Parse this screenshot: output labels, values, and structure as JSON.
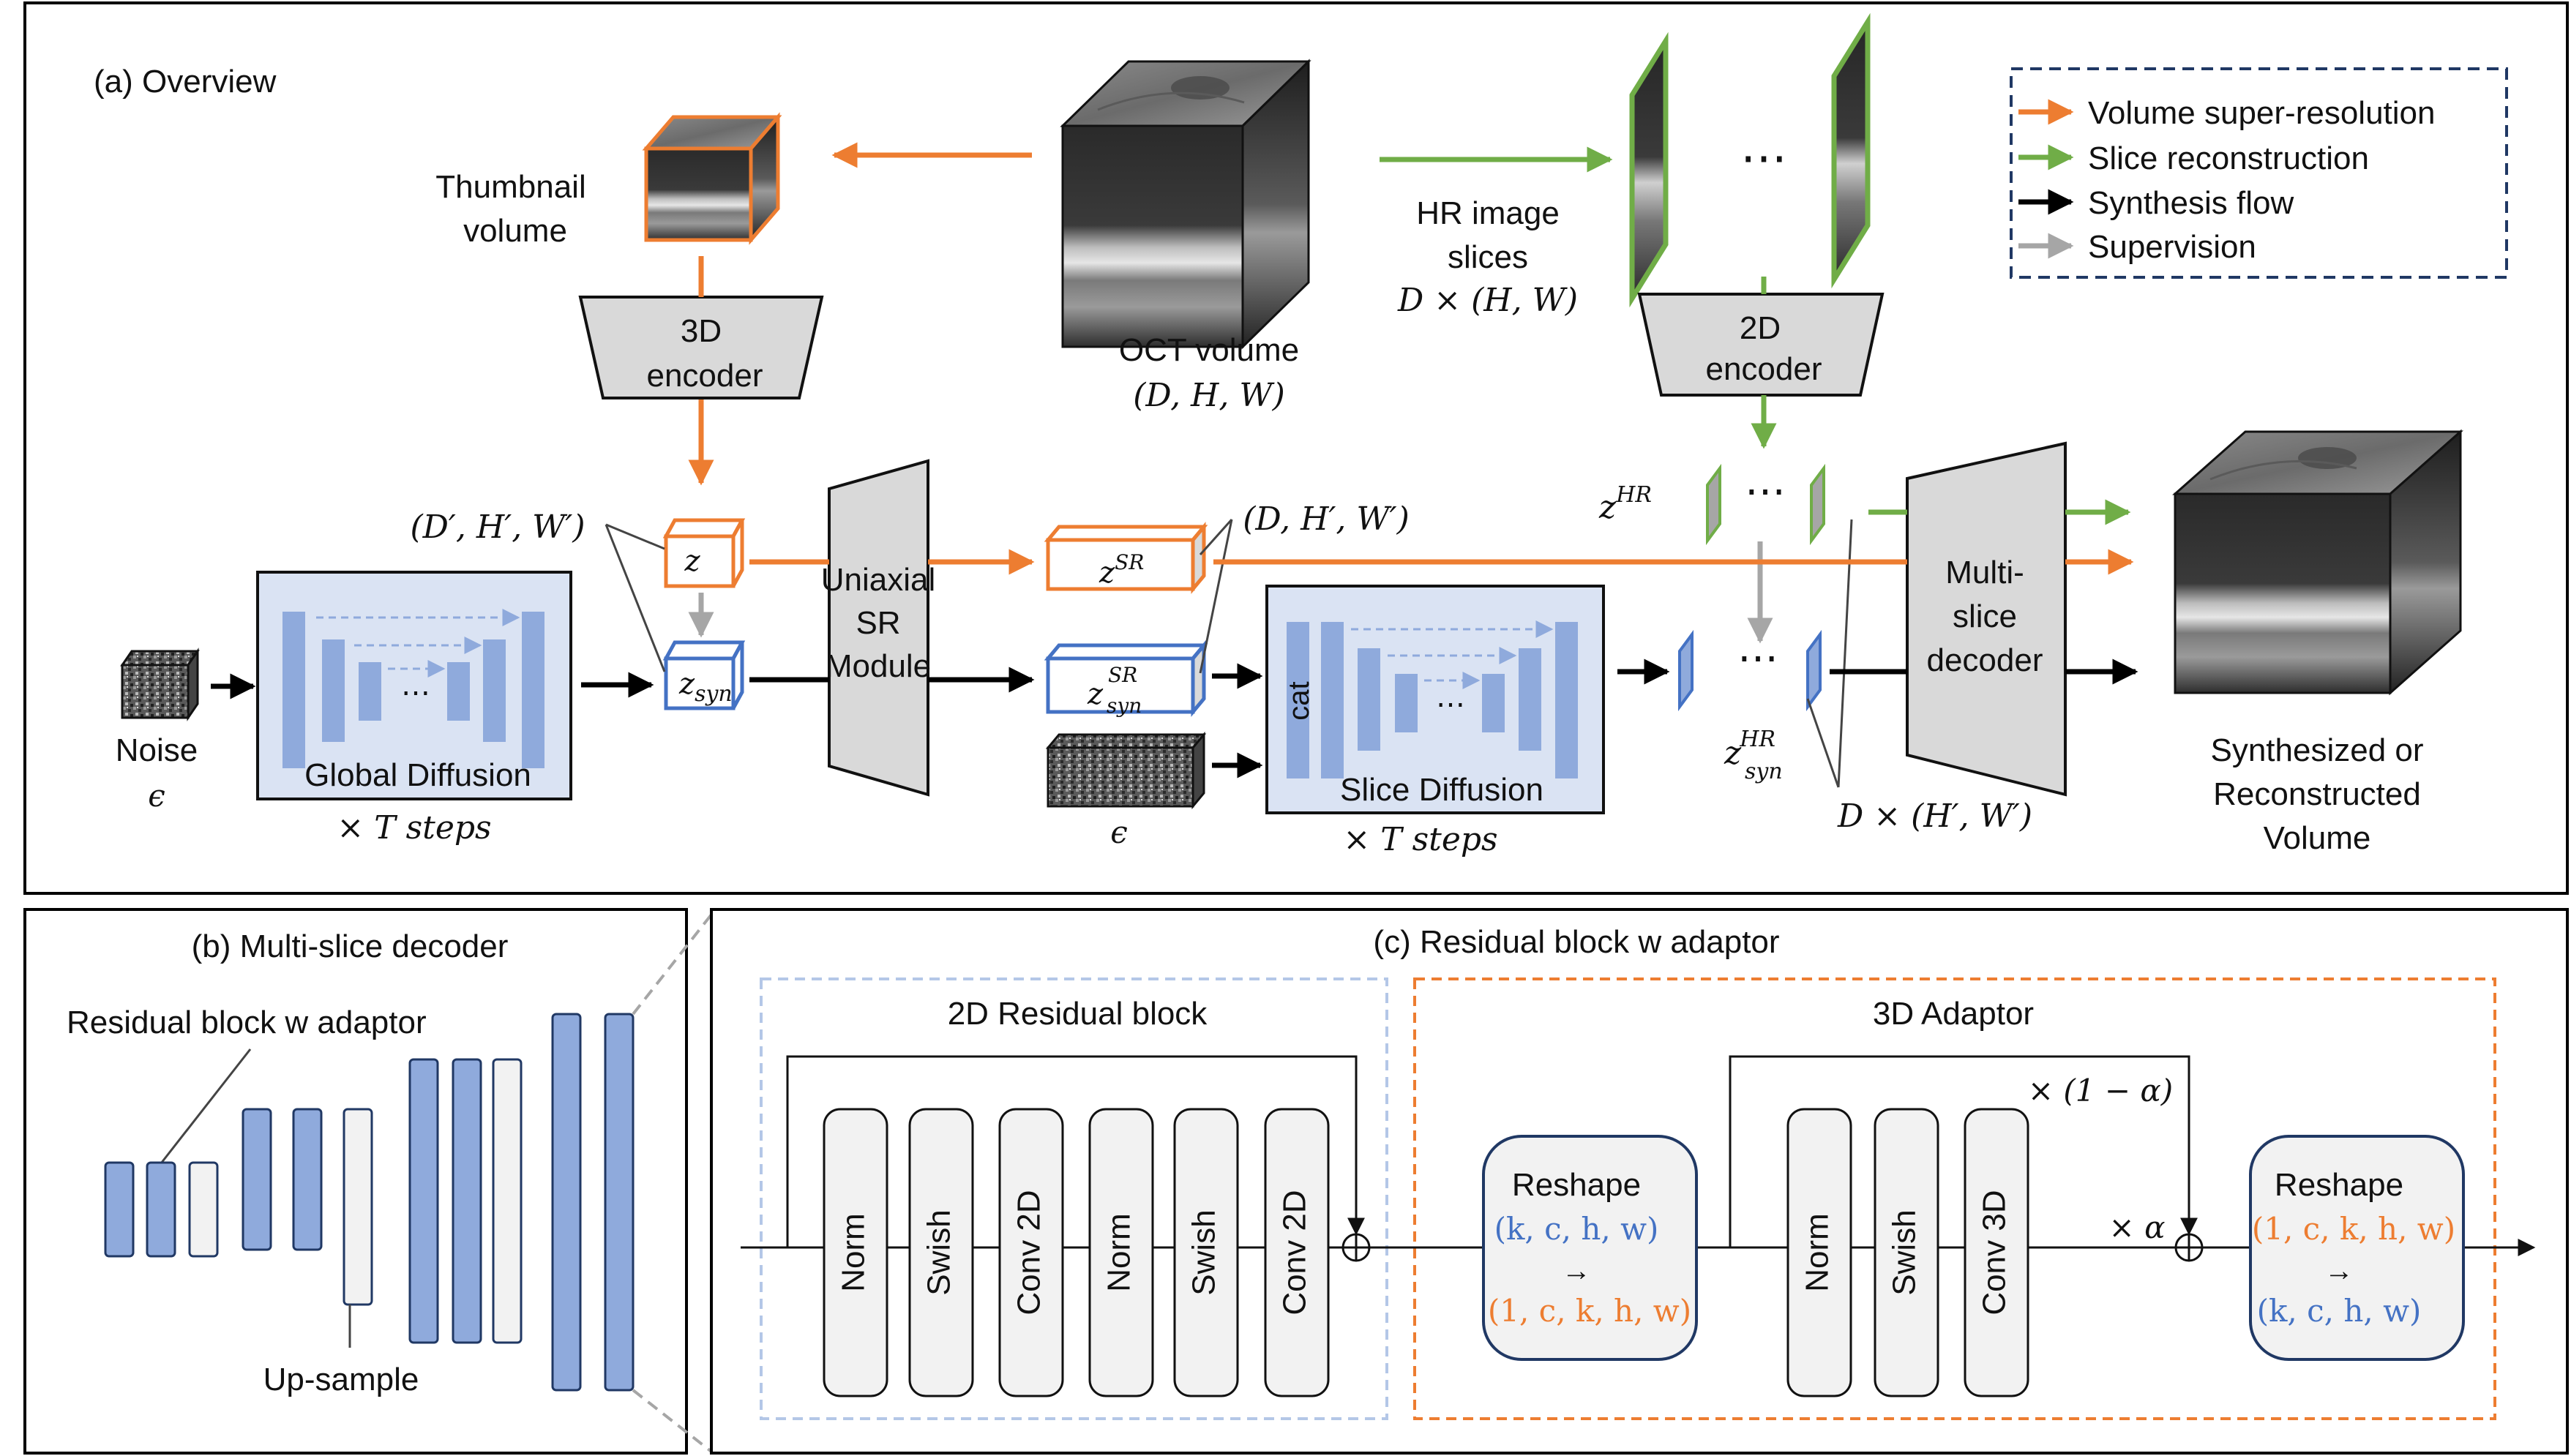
{
  "colors": {
    "orange": "#ED7D31",
    "green": "#70AD47",
    "black": "#000000",
    "gray": "#A6A6A6",
    "blue": "#4472C4",
    "block_fill": "#8FAADC",
    "panel_fill": "#DAE3F3",
    "gray_box": "#D9D9D9",
    "legend_border": "#203864"
  },
  "overview": {
    "title": "(a) Overview",
    "thumbnail_label_1": "Thumbnail",
    "thumbnail_label_2": "volume",
    "encoder3d_1": "3D",
    "encoder3d_2": "encoder",
    "oct_label": "OCT volume",
    "oct_dims": "(D, H, W)",
    "hr_1": "HR image",
    "hr_2": "slices",
    "hr_dims": "D × (H, W)",
    "encoder2d_1": "2D",
    "encoder2d_2": "encoder",
    "ellipsis": "⋯",
    "dims_prime": "(D′, H′, W′)",
    "z": "z",
    "z_syn_base": "z",
    "z_syn_sub": "syn",
    "noise_label": "Noise",
    "epsilon": "ϵ",
    "global_diffusion": "Global Diffusion",
    "t_steps": "× T steps",
    "sr_module_1": "Uniaxial",
    "sr_module_2": "SR",
    "sr_module_3": "Module",
    "z_sr_base": "z",
    "z_sr_sup": "SR",
    "dims_sr": "(D, H′, W′)",
    "cat": "cat",
    "slice_diffusion": "Slice Diffusion",
    "z_hr_base": "z",
    "z_hr_sup": "HR",
    "z_syn_hr_sup": "HR",
    "decoder_1": "Multi-",
    "decoder_2": "slice",
    "decoder_3": "decoder",
    "dims_slices": "D × (H′, W′)",
    "output_1": "Synthesized or",
    "output_2": "Reconstructed",
    "output_3": "Volume"
  },
  "legend": {
    "items": [
      {
        "label": "Volume super-resolution",
        "color": "#ED7D31"
      },
      {
        "label": "Slice reconstruction",
        "color": "#70AD47"
      },
      {
        "label": "Synthesis flow",
        "color": "#000000"
      },
      {
        "label": "Supervision",
        "color": "#A6A6A6"
      }
    ]
  },
  "decoder_panel": {
    "title": "(b) Multi-slice decoder",
    "res_label": "Residual block w adaptor",
    "up_label": "Up-sample"
  },
  "residual_panel": {
    "title": "(c) Residual block w adaptor",
    "res2d_title": "2D Residual block",
    "adaptor_title": "3D Adaptor",
    "res2d_layers": [
      "Norm",
      "Swish",
      "Conv 2D",
      "Norm",
      "Swish",
      "Conv 2D"
    ],
    "adaptor_layers": [
      "Norm",
      "Swish",
      "Conv 3D"
    ],
    "reshape_title": "Reshape",
    "reshape1_in": "(k, c, h, w)",
    "reshape1_out": "(1, c, k, h, w)",
    "reshape2_in": "(1, c, k, h, w)",
    "reshape2_out": "(k, c, h, w)",
    "arrow": "→",
    "one_minus_alpha": "× (1 − α)",
    "alpha": "× α",
    "oplus": "⊕"
  }
}
